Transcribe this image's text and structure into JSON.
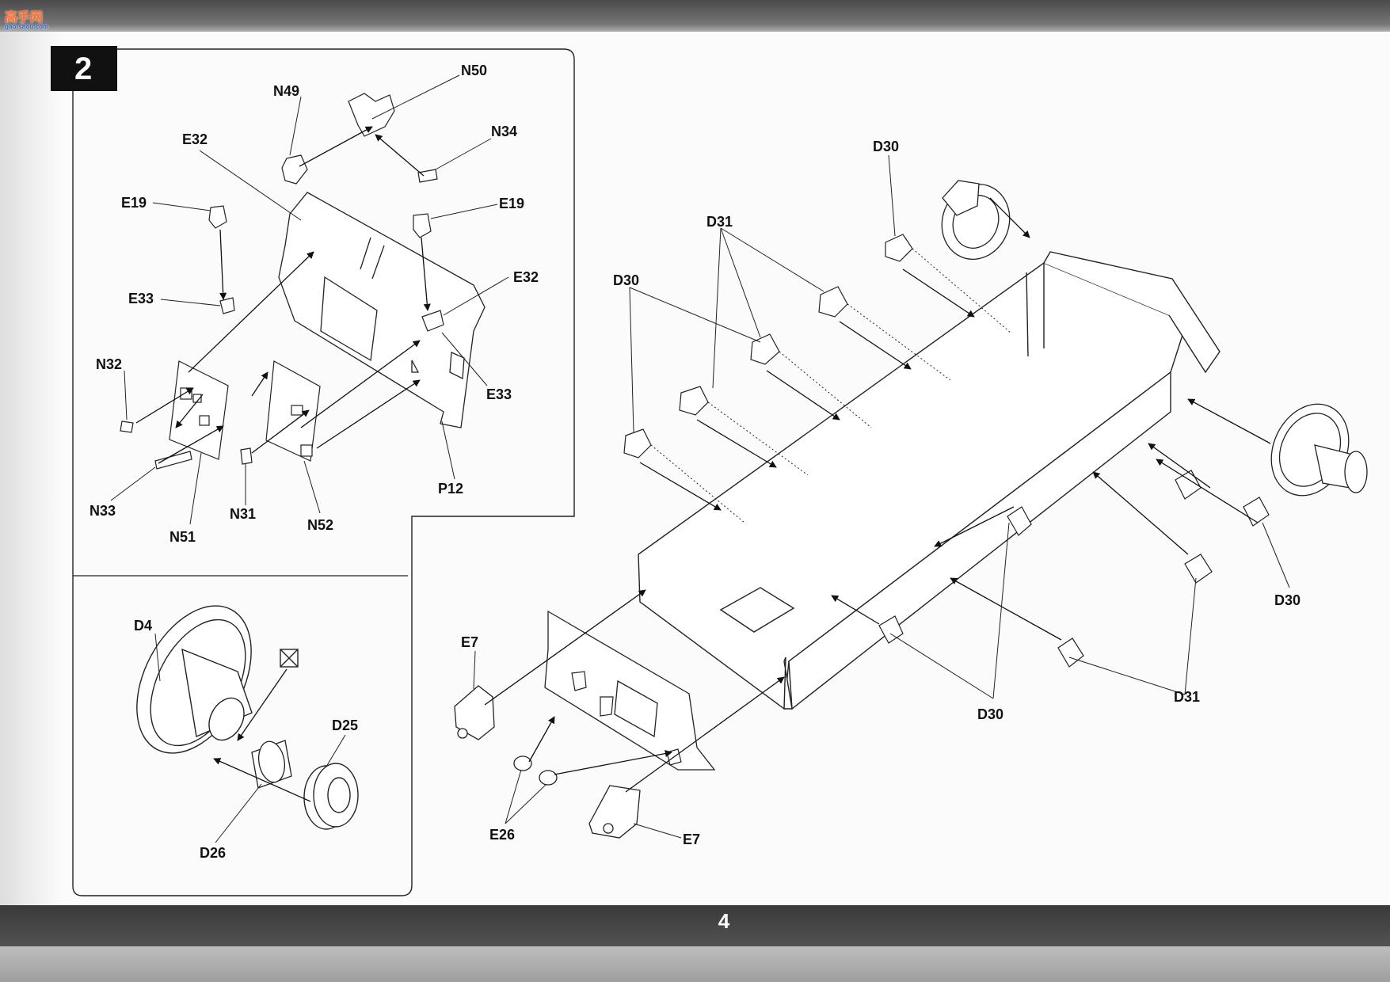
{
  "watermark": {
    "text": "高手网",
    "sub": "gao-shou.com"
  },
  "step": {
    "number": "2"
  },
  "page_number": "4",
  "labels": {
    "n49": "N49",
    "n50": "N50",
    "n34": "N34",
    "e32a": "E32",
    "e32b": "E32",
    "e19a": "E19",
    "e19b": "E19",
    "e33a": "E33",
    "e33b": "E33",
    "n32": "N32",
    "n33": "N33",
    "n51": "N51",
    "n31": "N31",
    "n52": "N52",
    "p12": "P12",
    "d4": "D4",
    "d25": "D25",
    "d26": "D26",
    "d30a": "D30",
    "d30b": "D30",
    "d30c": "D30",
    "d30d": "D30",
    "d31a": "D31",
    "d31b": "D31",
    "e7a": "E7",
    "e7b": "E7",
    "e26": "E26"
  }
}
